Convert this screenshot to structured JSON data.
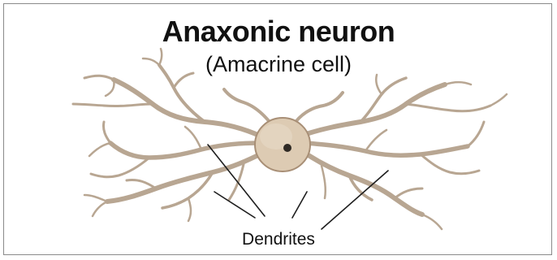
{
  "title": "Anaxonic neuron",
  "subtitle": "(Amacrine cell)",
  "label": "Dendrites",
  "colors": {
    "dendrite": "#b8a692",
    "soma_fill": "#ddcbb3",
    "soma_stroke": "#a88f76",
    "nucleus": "#2f2a25",
    "leader_line": "#1e1e1e",
    "frame": "#8a8a8a"
  }
}
